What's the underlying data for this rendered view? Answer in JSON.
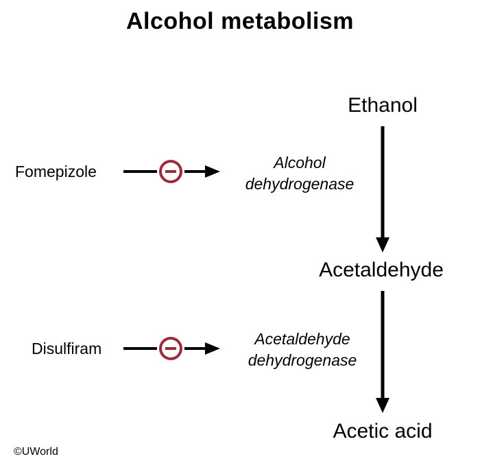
{
  "title": "Alcohol metabolism",
  "nodes": {
    "ethanol": "Ethanol",
    "acetaldehyde": "Acetaldehyde",
    "acetic_acid": "Acetic acid"
  },
  "enzymes": {
    "adh": {
      "line1": "Alcohol",
      "line2": "dehydrogenase"
    },
    "aldh": {
      "line1": "Acetaldehyde",
      "line2": "dehydrogenase"
    }
  },
  "inhibitors": {
    "fomepizole": "Fomepizole",
    "disulfiram": "Disulfiram"
  },
  "watermark": "©UWorld",
  "colors": {
    "inhibit": "#9a2b3f",
    "arrow": "#000000"
  }
}
